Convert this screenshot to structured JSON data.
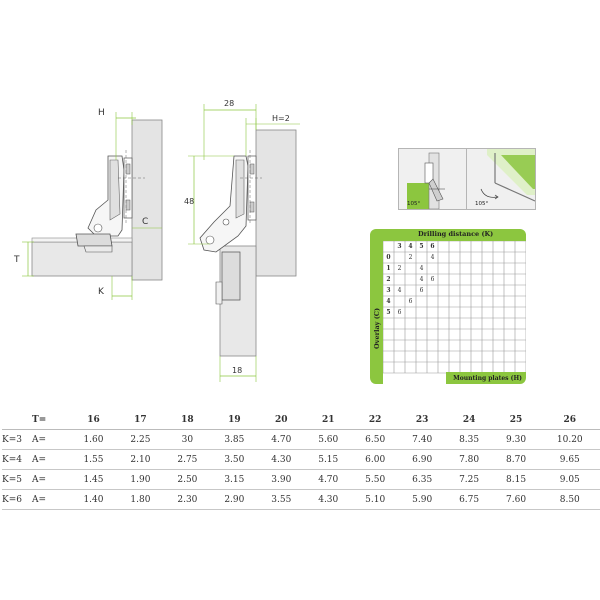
{
  "drawing": {
    "left": {
      "label_H": "H",
      "label_C": "C",
      "label_T": "T",
      "label_K": "K"
    },
    "right": {
      "dim_28": "28",
      "dim_H2": "H=2",
      "dim_48": "48",
      "dim_18": "18"
    }
  },
  "icons": {
    "icon1": {
      "name": "door-open-angle-icon",
      "angle": "105°"
    },
    "icon2": {
      "name": "corner-opening-angle-icon",
      "angle": "105°"
    }
  },
  "grid": {
    "top_label": "Drilling distance (K)",
    "side_label": "Overlay (C)",
    "bottom_label": "Mounting plates (H)",
    "col_headers": [
      "3",
      "4",
      "5",
      "6"
    ],
    "rows": [
      {
        "h": "0",
        "cells": [
          "",
          "2",
          "",
          "4"
        ]
      },
      {
        "h": "1",
        "cells": [
          "2",
          "",
          "4",
          ""
        ]
      },
      {
        "h": "2",
        "cells": [
          "",
          "",
          "4",
          "6"
        ]
      },
      {
        "h": "3",
        "cells": [
          "4",
          "",
          "6",
          ""
        ]
      },
      {
        "h": "4",
        "cells": [
          "",
          "6",
          "",
          ""
        ]
      },
      {
        "h": "5",
        "cells": [
          "6",
          "",
          "",
          ""
        ]
      }
    ],
    "accent": "#8cc63f"
  },
  "table": {
    "header": {
      "k": "",
      "a": "T=",
      "cols": [
        "16",
        "17",
        "18",
        "19",
        "20",
        "21",
        "22",
        "23",
        "24",
        "25",
        "26"
      ]
    },
    "rows": [
      {
        "k": "K=3",
        "a": "A=",
        "vals": [
          "1.60",
          "2.25",
          "30",
          "3.85",
          "4.70",
          "5.60",
          "6.50",
          "7.40",
          "8.35",
          "9.30",
          "10.20"
        ]
      },
      {
        "k": "K=4",
        "a": "A=",
        "vals": [
          "1.55",
          "2.10",
          "2.75",
          "3.50",
          "4.30",
          "5.15",
          "6.00",
          "6.90",
          "7.80",
          "8.70",
          "9.65"
        ]
      },
      {
        "k": "K=5",
        "a": "A=",
        "vals": [
          "1.45",
          "1.90",
          "2.50",
          "3.15",
          "3.90",
          "4.70",
          "5.50",
          "6.35",
          "7.25",
          "8.15",
          "9.05"
        ]
      },
      {
        "k": "K=6",
        "a": "A=",
        "vals": [
          "1.40",
          "1.80",
          "2.30",
          "2.90",
          "3.55",
          "4.30",
          "5.10",
          "5.90",
          "6.75",
          "7.60",
          "8.50"
        ]
      }
    ]
  }
}
